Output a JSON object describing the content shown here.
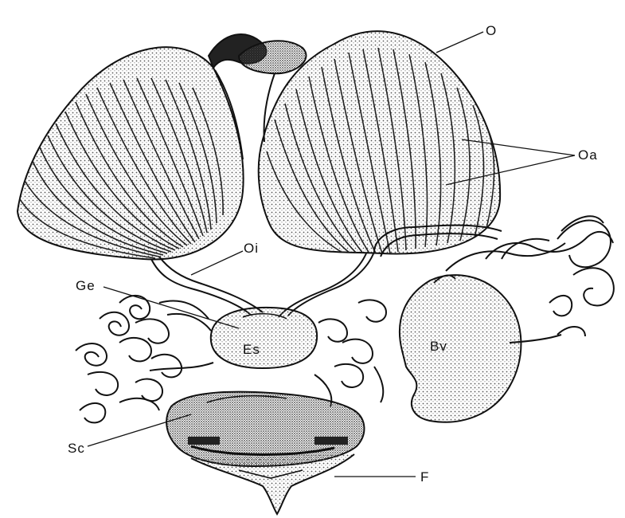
{
  "figure": {
    "labels": {
      "O": "O",
      "Oa": "Oa",
      "Oi": "Oi",
      "Ge": "Ge",
      "Es": "Es",
      "Bv": "Bv",
      "Sc": "Sc",
      "F": "F"
    },
    "colors": {
      "ink": "#111111",
      "stipple": "#555555",
      "background": "#ffffff"
    }
  }
}
